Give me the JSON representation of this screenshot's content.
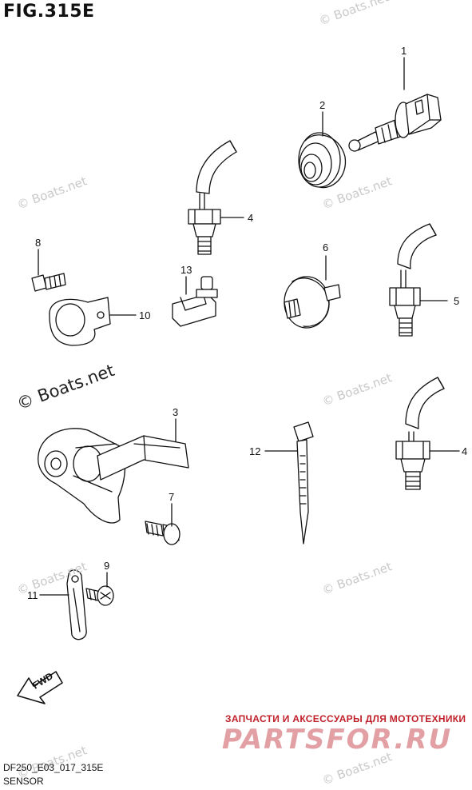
{
  "figure": {
    "title": "FIG.315E",
    "code": "DF250_E03_017_315E",
    "subtitle": "SENSOR"
  },
  "callouts": [
    {
      "id": "1",
      "label": "1"
    },
    {
      "id": "2",
      "label": "2"
    },
    {
      "id": "4a",
      "label": "4"
    },
    {
      "id": "8",
      "label": "8"
    },
    {
      "id": "6",
      "label": "6"
    },
    {
      "id": "13",
      "label": "13"
    },
    {
      "id": "5",
      "label": "5"
    },
    {
      "id": "10",
      "label": "10"
    },
    {
      "id": "3",
      "label": "3"
    },
    {
      "id": "12",
      "label": "12"
    },
    {
      "id": "4b",
      "label": "4"
    },
    {
      "id": "7",
      "label": "7"
    },
    {
      "id": "9",
      "label": "9"
    },
    {
      "id": "11",
      "label": "11"
    }
  ],
  "fwd_label": "FWD",
  "watermarks": {
    "small": "© Boats.net",
    "large": "© Boats.net"
  },
  "brand": {
    "tagline": "ЗАПЧАСТИ И АКСЕССУАРЫ ДЛЯ МОТОТЕХНИКИ",
    "name": "PARTSFOR.RU",
    "accent": "#c0202a",
    "light": "#e2a0a4"
  }
}
